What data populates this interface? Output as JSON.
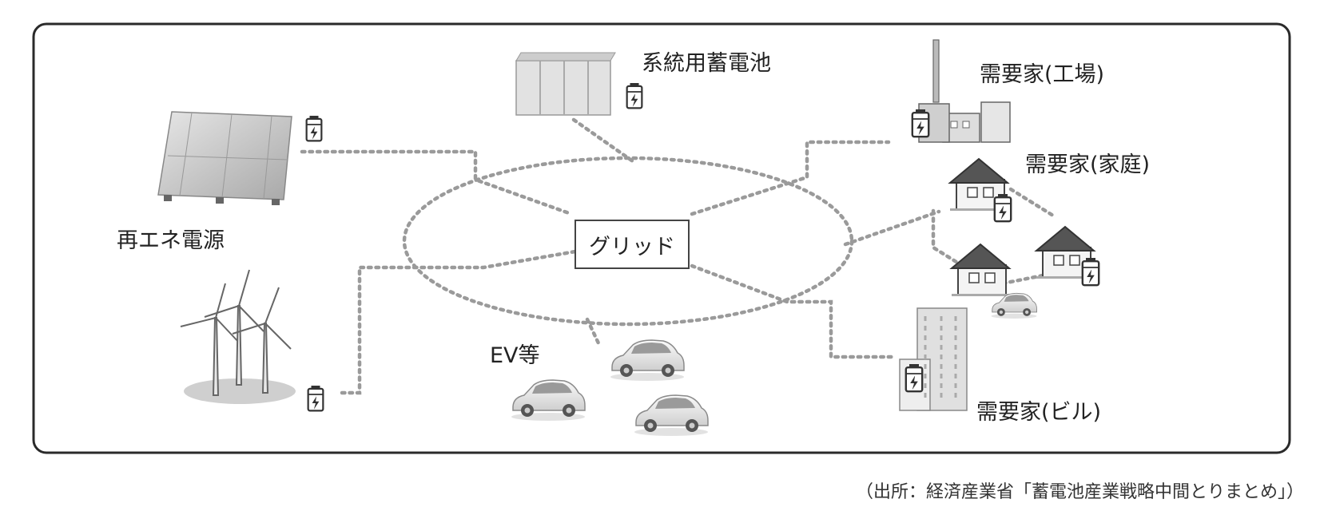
{
  "labels": {
    "grid_storage": "系統用蓄電池",
    "renewable": "再エネ電源",
    "grid": "グリッド",
    "ev": "EV等",
    "factory": "需要家(工場)",
    "home": "需要家(家庭)",
    "building": "需要家(ビル)"
  },
  "source": "（出所：経済産業省「蓄電池産業戦略中間とりまとめ」）",
  "colors": {
    "frame": "#2a2a2a",
    "dots": "#9a9a9a",
    "text": "#222222"
  },
  "icons": [
    "battery-icon",
    "solar-panel-icon",
    "wind-turbine-icon",
    "car-icon",
    "house-icon",
    "factory-icon",
    "building-icon",
    "battery-rack-icon"
  ]
}
